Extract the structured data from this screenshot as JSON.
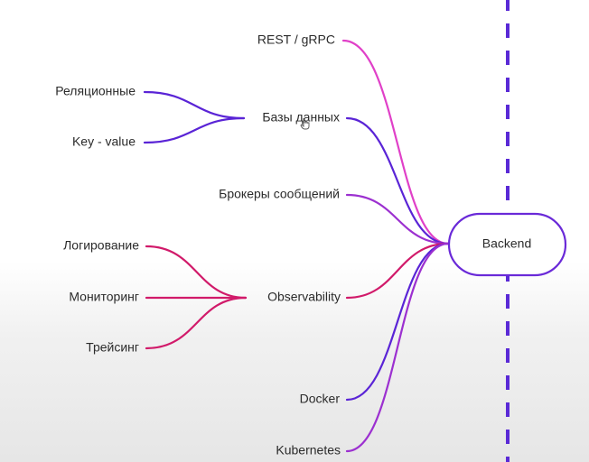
{
  "nodes": {
    "backend": "Backend",
    "rest": "REST / gRPC",
    "databases": "Базы данных",
    "relational": "Реляционные",
    "keyvalue": "Key - value",
    "brokers": "Брокеры сообщений",
    "observability": "Observability",
    "logging": "Логирование",
    "monitoring": "Мониторинг",
    "tracing": "Трейсинг",
    "docker": "Docker",
    "kubernetes": "Kubernetes"
  },
  "colors": {
    "violet": "#5a24d6",
    "pink": "#e040c8",
    "crimson": "#d11a6a",
    "purple": "#9c30d0",
    "dashed_line": "#5a2ad6",
    "text": "#2b2b2b"
  },
  "icons": {
    "cursor": "hand-cursor-icon"
  }
}
